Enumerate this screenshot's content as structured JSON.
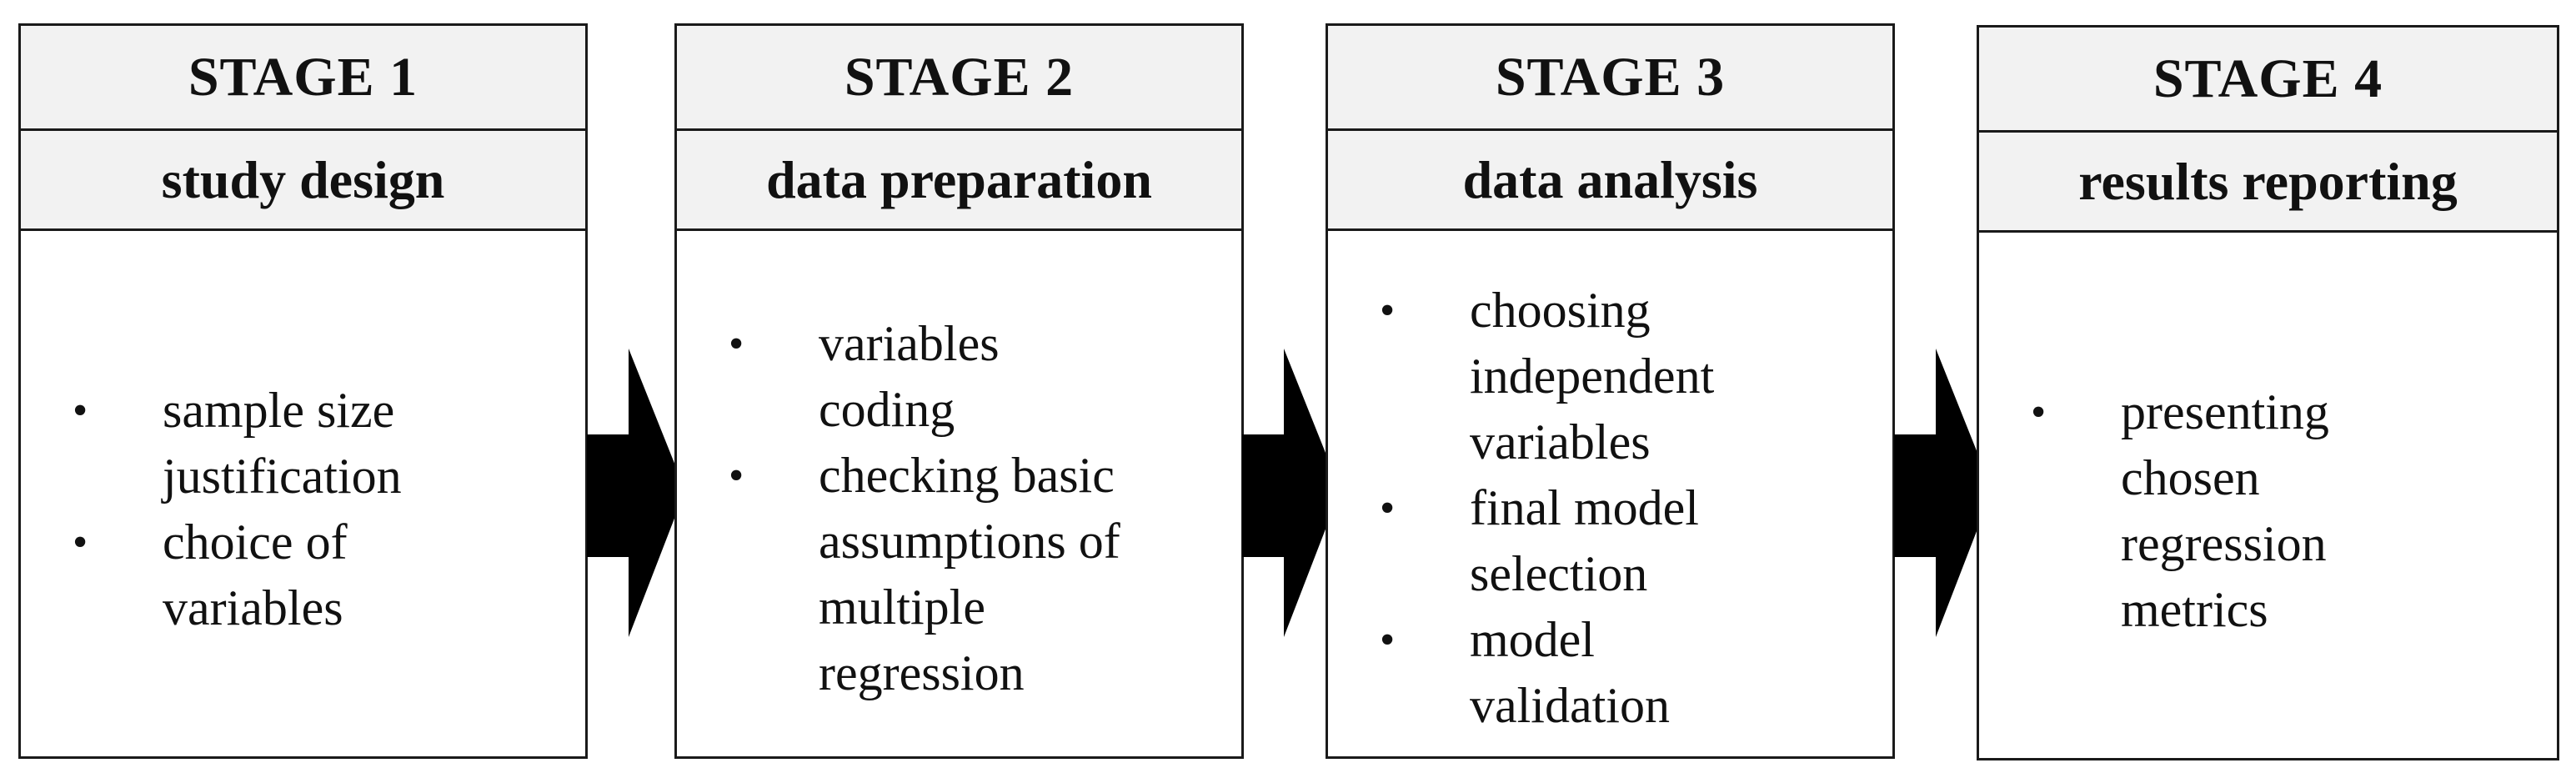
{
  "stages": [
    {
      "stage_label": "STAGE 1",
      "title": "study design",
      "items": [
        "sample size justification",
        "choice of variables"
      ]
    },
    {
      "stage_label": "STAGE 2",
      "title": "data preparation",
      "items": [
        "variables coding",
        "checking basic assumptions of multiple regression"
      ]
    },
    {
      "stage_label": "STAGE 3",
      "title": "data analysis",
      "items": [
        "choosing independent variables",
        "final model selection",
        "model validation"
      ]
    },
    {
      "stage_label": "STAGE 4",
      "title": "results reporting",
      "items": [
        "presenting chosen regression metrics"
      ]
    }
  ],
  "bullet_glyph": "•",
  "arrow_color": "#000000",
  "border_color": "#1a1a1a",
  "header_fill": "#f2f2f2"
}
